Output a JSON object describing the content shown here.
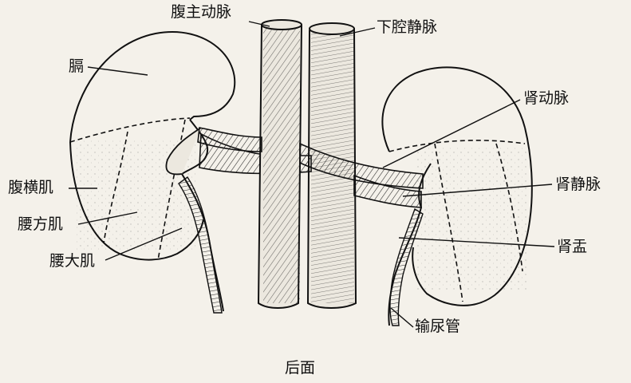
{
  "diagram": {
    "view": "后面",
    "labels": {
      "abdominal_aorta": "腹主动脉",
      "inferior_vena_cava": "下腔静脉",
      "diaphragm": "膈",
      "renal_artery": "肾动脉",
      "transversus_abdominis": "腹横肌",
      "renal_vein": "肾静脉",
      "quadratus_lumborum": "腰方肌",
      "renal_pelvis": "肾盂",
      "psoas_major": "腰大肌",
      "ureter": "输尿管"
    },
    "colors": {
      "ink": "#111111",
      "paper": "#f4f1ea",
      "vessel_fill": "#ece8df"
    }
  }
}
